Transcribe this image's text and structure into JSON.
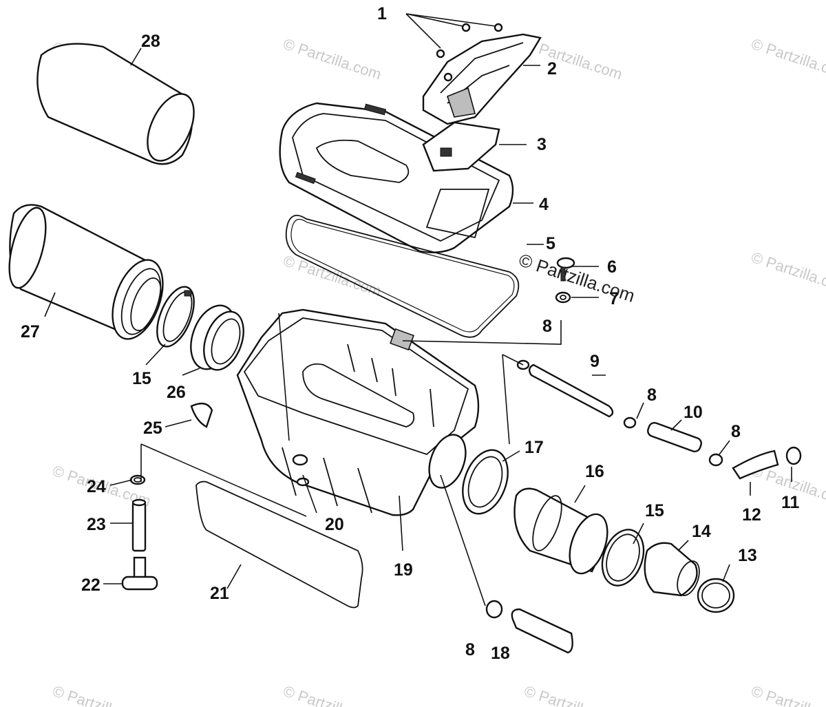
{
  "watermark": "© Partzilla.com",
  "callouts": [
    {
      "id": "c1",
      "text": "1"
    },
    {
      "id": "c2",
      "text": "2"
    },
    {
      "id": "c3",
      "text": "3"
    },
    {
      "id": "c4",
      "text": "4"
    },
    {
      "id": "c5",
      "text": "5"
    },
    {
      "id": "c6",
      "text": "6"
    },
    {
      "id": "c7",
      "text": "7"
    },
    {
      "id": "c8a",
      "text": "8"
    },
    {
      "id": "c9",
      "text": "9"
    },
    {
      "id": "c8b",
      "text": "8"
    },
    {
      "id": "c10",
      "text": "10"
    },
    {
      "id": "c8c",
      "text": "8"
    },
    {
      "id": "c11",
      "text": "11"
    },
    {
      "id": "c12",
      "text": "12"
    },
    {
      "id": "c13",
      "text": "13"
    },
    {
      "id": "c14",
      "text": "14"
    },
    {
      "id": "c15a",
      "text": "15"
    },
    {
      "id": "c16",
      "text": "16"
    },
    {
      "id": "c17",
      "text": "17"
    },
    {
      "id": "c8d",
      "text": "8"
    },
    {
      "id": "c18",
      "text": "18"
    },
    {
      "id": "c19",
      "text": "19"
    },
    {
      "id": "c20",
      "text": "20"
    },
    {
      "id": "c21",
      "text": "21"
    },
    {
      "id": "c22",
      "text": "22"
    },
    {
      "id": "c23",
      "text": "23"
    },
    {
      "id": "c24",
      "text": "24"
    },
    {
      "id": "c25",
      "text": "25"
    },
    {
      "id": "c26",
      "text": "26"
    },
    {
      "id": "c15b",
      "text": "15"
    },
    {
      "id": "c27",
      "text": "27"
    },
    {
      "id": "c28",
      "text": "28"
    }
  ]
}
